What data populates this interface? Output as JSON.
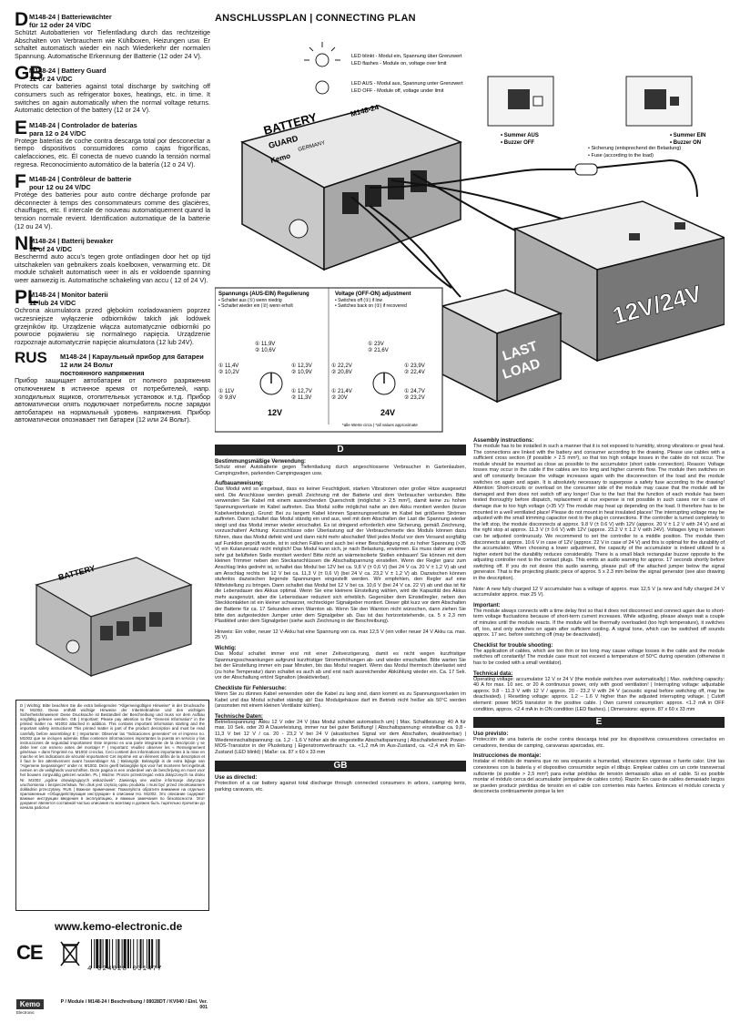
{
  "left": {
    "blocks": [
      {
        "letter": "D",
        "title": "M148-24 | Batteriewächter",
        "subtitle": "für 12 oder 24 V/DC",
        "text": "Schützt Autobatterien vor Tiefentladung durch das rechtzeitige Abschalten von Verbrauchern wie Kühlboxen, Heizungen usw. Er schaltet automatisch wieder ein nach Wiederkehr der normalen Spannung. Automatische Erkennung der Batterie (12 oder 24 V)."
      },
      {
        "letter": "GB",
        "title": "M148-24 | Battery Guard",
        "subtitle": "12 or 24 V/DC",
        "text": "Protects car batteries against total discharge by switching off consumers such as refrigerator boxes, heatings, etc. in time. It switches on again automatically when the normal voltage returns. Automatic detection of the battery (12 or 24 V)."
      },
      {
        "letter": "E",
        "title": "M148-24 | Controlador de baterías",
        "subtitle": "para 12 o 24 V/DC",
        "text": "Protege baterías de coche contra descarga total por desconectar a tiempo dispositivos consumidores como cajas frigoríficas, calefacciones, etc. Él conecta de nuevo cuando la tensión normal regresa. Reconocimiento automático de la batería (12 o 24 V)."
      },
      {
        "letter": "F",
        "title": "M148-24 | Contrôleur de batterie",
        "subtitle": "pour 12 ou 24 V/DC",
        "text": "Protège des batteries pour auto contre décharge profonde par déconnecter à temps des consommateurs comme des glacières, chauffages, etc. Il intercale de nouveau automatiquement quand la tension normale revient. Identification automatique de la batterie (12 ou 24 V)."
      },
      {
        "letter": "NL",
        "title": "M148-24 | Batterij bewaker",
        "subtitle": "12 of 24 V/DC",
        "text": "Beschermd auto accu's tegen grote ontladingen door het op tijd uitschakelen van gebruikers zoals koelboxen, verwarming etc. Dit module schakelt automatisch weer in als er voldoende spanning weer aanwezig is. Automatische schakeling van accu ( 12 of 24 V)."
      },
      {
        "letter": "PL",
        "title": "M148-24 | Monitor baterii",
        "subtitle": "12 lub 24 V/DC",
        "text": "Ochrona akumulatora przed głębokim rozładowaniem poprzez wczesniejsze wyłączenie odbiorników takich jak lodówek grzejników itp. Urządzenie włącza automatycznie odbiorniki po powrocie pojawieniu się normalnego napięcia. Urządzenie rozpoznaje automatycznie napięcie akumulatora (12 lub 24V)."
      },
      {
        "letter": "RUS",
        "title": "M148-24 | Караульный прибор для батареи 12 или 24 Вольт",
        "subtitle": "постоянного напряжения",
        "text": "Прибор защищает автобатареи от полного разряжения отключением в истинное время от потребителей, напр. холодильных ящиков, отопительных установок и.т.д. Прибор автоматически опять подключает потребитель после зарядки автобатареи на нормальный уровень напряжения. Прибор автоматически опознавает тип батареи (12 или 24 Вольт)."
      }
    ],
    "notice": "D | Wichtig: Bitte beachten Sie die extra beiliegenden \"Allgemeingültigen Hinweise\" in der Drucksache Nr. M1002. Diese enthält wichtige Hinweise der Inbetriebnahme und den wichtigen Sicherheitshinweisen! Diese Drucksache ist Bestandteil der Beschreibung und muss vor dem Aufbau sorgfältig gelesen werden. GB | Important: Please pay attention to the \"General Information\" in the printed matter no. M1002 attached in addition. This contains important information starting and the important safety instructions! This printed matter is part of the product description and must be read carefully before assembling! E | Importante: Observar las \"Indicaciones generales\" en el impreso no. M1002 que se incluyen además. Ellas contienen informaciones importantes la puesta en servicio y las instrucciones de seguridad importantes! Este impreso es una parte integrante de la descripción y se debe leer con esmero antes del montaje! F | Important: Veuillez observer les « Renseignement généraux » dans l'imprimé no. M1002 ci-inclus. Ceci contient des informations importantes à la mise en marche et les indications de sécurité importantes! Cet imprimé est un élément défini de la description et il faut le lire attentivement avant l'assemblage! NL | Belangrijk: Belangrijk is de extra bijlage van \"Algemene toepassingen\" onder nr. M1002. Deze geeft belangrijke tips voor het monteren het ingebruik nemen en de veiligheids voorschriften. Deze pagina is een onderdeel van de beschrijving en moet voor het bouwen zorgvuldig gelezen worden. PL | Ważne: Prosze przestrzegać extra dołączonych na druku Nr. M1002 „ogólne obowiązujących wskazówek\". Zawierają one ważne informacje dotyczące uruchomienia i bezpieczeństwa. Ten druk jest częścią opisu produktu i musi być przed zmontowaniem dokładnie przeczytany. RUS | Важное примечание: Пожалуйста обратите внимание на отдельно приложенные «Общедействующие инструкции» в описании Но. M1002. Это описание содержит важные инструкции введения в эксплуатацию, и важные замечания по безопасности. Этот документ является составной частью описания по монтажу и должен быть тщательно прочитан до начала работы!",
    "website": "www.kemo-electronic.de",
    "ce": "CE",
    "barcode_number": "4 024028 031477",
    "logo": "Kemo",
    "logo_sub": "Electronic",
    "doc_ref": "P / Module / M148-24 / Beschreibung / 08028DT / KV040 / Einl. Ver. 001"
  },
  "diagram": {
    "title": "ANSCHLUSSPLAN | CONNECTING PLAN",
    "led_blink_de": "LED blinkt - Modul ein, Spannung über Grenzwert",
    "led_blink_en": "LED flashes - Module on, voltage over limit",
    "led_off_de": "LED AUS - Modul aus, Spannung unter Grenzwert",
    "led_off_en": "LED OFF - Module off, voltage under limit",
    "buzzer_off_de": "• Summer AUS",
    "buzzer_off_en": "• Buzzer OFF",
    "buzzer_on_de": "• Summer EIN",
    "buzzer_on_en": "• Buzzer ON",
    "fuse_de": "• Sicherung (entsprechend der Belastung)",
    "fuse_en": "• Fuse (according to the load)",
    "device_line1": "BATTERY",
    "device_line2": "GUARD",
    "device_model": "M148-24",
    "device_brand": "Kemo",
    "device_country": "GERMANY",
    "battery_label": "12V/24V",
    "last_load_1": "LAST",
    "last_load_2": "LOAD",
    "reg_title_de": "Spannungs (AUS-EIN) Regulierung",
    "reg_line1": "• Schaltet aus (①) wenn niedrig",
    "reg_line2": "• Schaltet wieder ein (②) wenn erholt",
    "volt_title_en": "Voltage (OFF-ON) adjustment",
    "volt_line1": "• Switches off (①) if low",
    "volt_line2": "• Switches back on (②) if recovered",
    "v12": [
      {
        "a": "① 11,9V",
        "b": "② 10,6V"
      },
      {
        "a": "① 11,4V",
        "b": "② 10,2V"
      },
      {
        "a": "① 12,3V",
        "b": "② 10,9V"
      },
      {
        "a": "① 11V",
        "b": "② 9,8V"
      },
      {
        "a": "① 12,7V",
        "b": "② 11,3V"
      }
    ],
    "v24": [
      {
        "a": "① 23V",
        "b": "② 21,6V"
      },
      {
        "a": "① 22,2V",
        "b": "② 20,8V"
      },
      {
        "a": "① 23,9V",
        "b": "② 22,4V"
      },
      {
        "a": "① 21,4V",
        "b": "② 20V"
      },
      {
        "a": "① 24,7V",
        "b": "② 23,2V"
      }
    ],
    "label_12v": "12V",
    "label_24v": "24V",
    "approx_note": "*alle Werte circa | *all values approximate"
  },
  "de": {
    "bar": "D",
    "usage_title": "Bestimmungsmäßige Verwendung:",
    "usage_text": "Schutz einer Autobatterie gegen Tiefentladung durch angeschlossene Verbraucher in Gartenlauben, Campingzelten, parkenden Campingwagen usw.",
    "assembly_title": "Aufbauanweisung:",
    "assembly_text": "Das Modul wird so eingebaut, dass es keiner Feuchtigkeit, starken Vibrationen oder großer Hitze ausgesetzt wird. Die Anschlüsse werden gemäß Zeichnung mit der Batterie und dem Verbraucher verbunden. Bitte verwenden Sie Kabel mit einem ausreichenden Querschnitt (möglichst > 2,5 mm²), damit keine zu hohen Spannungsverluste im Kabel auftreten. Das Modul sollte möglichst nahe an den Akku montiert werden (kurze Kabelverbindung). Grund: Bei zu langem Kabel können Spannungsverluste im Kabel bei größeren Strömen auftreten. Dann schaltet das Modul ständig ein und aus, weil mit dem Abschalten der Last die Spannung wieder steigt und das Modul immer wieder einschaltet. Es ist dringend erforderlich eine Sicherung, gemäß Zeichnung, vorzuschalten! Achtung: Kurzschlüsse oder Überlastung auf der Verbraucherseite des Moduls können dazu führen, dass das Modul defekt wird und dann nicht mehr abschaltet! Weil jedes Modul vor dem Versand sorgfältig auf Funktion geprüft wurde, ist in solchen Fällen und auch bei einer Beschädigung mit zu hoher Spannung (>35 V) ein Kulanzersatz nicht möglich! Das Modul kann sich, je nach Belastung, erwärmen. Es muss daher an einer sehr gut belüfteten Stelle montiert werden! Bitte nicht an wärmeisolierte Stellen einbauen! Sie können mit dem kleinen Trimmer neben den Steckanschlüssen die Abschaltspannung einstellen. Wenn der Regler ganz zum Anschlag links gedreht ist, schaltet das Modul bei 12V bei ca. 9,8 V (± 0,6 V) (bei 24 V ca. 20 V ± 1,2 V) ab und am Anschlag rechts bei 12 V bei ca. 11,3 V (± 0,6 V) (bei 24 V ca. 23,2 V ± 1,2 V) ab. Dazwischen können stufenlos dazwischen liegende Spannungen eingestellt werden. Wir empfehlen, den Regler auf eine Mittelstellung zu bringen. Dann schaltet das Modul bei 12 V bei ca. 10,6 V (bei 24 V ca. 22 V) ab und das ist für die Lebensdauer des Akkus optimal. Wenn Sie eine kleinere Einstellung wählen, wird die Kapazität des Akkus mehr ausgenutzt, aber die Lebensdauer reduziert sich erheblich. Gegenüber dem Einstellregler, neben den Steckkontakten ist ein kleiner schwarzer, rechteckiger Signalgeber montiert. Dieser gibt kurz vor dem Abschalten der Batterie für ca. 17 Sekunden einen Warnton ab. Wenn Sie den Warnton nicht wünschen, dann ziehen Sie bitte den aufgesteckten Jumper unter dem Signalgeber ab. Das ist das horizontstehende, ca. 5 x 2,3 mm Plastikteil unter dem Signalgeber (siehe auch Zeichnung in der Beschreibung).",
    "note_text": "Hinweis: Ein voller, neuer 12 V-Akku hat eine Spannung von ca. max 12,5 V (ein voller neuer 24 V Akku ca. max. 25 V).",
    "important_title": "Wichtig:",
    "important_text": "Das Modul schaltet immer erst mit einer Zeitverzögerung, damit es nicht wegen kurzfristiger Spannungsschwankungen aufgrund kurzfristiger Stromerhöhungen ab- und wieder einschaltet. Bitte warten Sie bei der Einstellung immer ein paar Minuten, bis das Modul reagiert. Wenn das Modul thermisch überlastet wird (zu hohe Temperatur) dann schaltet es auch ab und erst nach ausreichender Abkühlung wieder ein. Ca. 17 Sek. vor der Abschaltung ertönt Signalton (deaktivierbar).",
    "check_title": "Checkliste für Fehlersuche:",
    "check_text": "Wenn Sie zu dünnes Kabel verwenden oder die Kabel zu lang sind, dann kommt es zu Spannungsverlusten im Kabel und das Modul schaltet ständig ab! Das Modulgehäuse darf im Betrieb nicht heißer als 50°C werden (ansonsten mit einem kleinen Ventilator kühlen).",
    "tech_title": "Technische Daten:",
    "tech_text": "Betriebsspannung: Akku 12 V oder 24 V (das Modul schaltet automatisch um) | Max. Schaltleistung: 40 A für max. 10 Sek. oder 20 A Dauerleistung, immer nur bei guter Belüftung! | Abschaltspannung: einstellbar ca. 9,8 - 11,3 V bei 12 V / ca. 20 - 23,2 V bei 24 V (akustisches Signal vor dem Abschalten, deaktivierbar) | Wiedereinschaltspannung: ca. 1,2 - 1,6 V höher als die eingestellte Abschaltspannung | Abschaltelement: Power-MOS-Transistor in der Plusleitung | Eigenstromverbrauch: ca. <1,2 mA im Aus-Zustand, ca. <2,4 mA im Ein-Zustand (LED blinkt) | Maße: ca. 87 x 60 x 33 mm",
    "gb_bar": "GB",
    "gb_use_title": "Use as directed:",
    "gb_use_text": "Protection of a car battery against total discharge through connected consumers in arbors, camping tents, parking caravans, etc."
  },
  "en": {
    "assembly_title": "Assembly instructions:",
    "assembly_text": "The module has to be installed in such a manner that it is not exposed to humidity, strong vibrations or great heat. The connections are linked with the battery and consumer according to the drawing. Please use cables with a sufficient cross section (if possible > 2.5 mm²), so that too high voltage losses in the cable do not occur. The module should be mounted as close as possible to the accumulator (short cable connection). Reason: Voltage losses may occur in the cable if the cables are too long and higher currents flow. The module then switches on and off constantly because the voltage increases again with the disconnection of the load and the module switches on again and again. It is absolutely necessary to superpose a safety fuse according to the drawing! Attention: Short-circuits or overload on the consumer side of the module may cause that the module will be damaged and then does not switch off any longer! Due to the fact that the function of each module has been tested thoroughly before dispatch, replacement at our expense is not possible in such cases nor in case of damage due to too high voltage (>35 V)! The module may heat up depending on the load. It therefore has to be mounted in a well ventilated place! Please do not mount in heat insulated places! The interrupting voltage may be adjusted with the small trimming capacitor next to the plug-in connections. If the controller is turned completely to the left stop, the module disconnects at approx. 9.8 V (± 0.6 V) with 12V (approx. 20 V ± 1.2 V with 24 V) and at the right stop at approx. 11.3 V (± 0.6 V) with 12V (approx. 23.2 V ± 1.2 V with 24V). Voltages lying in between can be adjusted continuously. We recommend to set the controller to a middle position. The module then disconnects at approx. 10.6 V in case of 12V (approx. 22 V in case of 24 V) and this is optimal for the durability of the accumulator. When choosing a lower adjustment, the capacity of the accumulator is indeed utilized to a higher extent but the durability reduces considerably. There is a small black rectangular buzzer opposite to the adjusting controller next to the contact plugs. This emits an audio warning for approx. 17 seconds shortly before switching off. If you do not desire this audio warning, please pull off the attached jumper below the signal generator. That is the projecting plastic piece of approx. 5 x 2.3 mm below the signal generator (see also drawing in the description).",
    "note_text": "Note: A new fully charged 12 V accumulator has a voltage of approx. max 12,5 V (a new and fully charged 24 V accumulator approx. max 25 V).",
    "important_title": "Important:",
    "important_text": "The module always connects with a time delay first so that it does not disconnect and connect again due to short-term voltage fluctuations because of short-term current increases. While adjusting, please always wait a couple of minutes until the module reacts. If the module will be thermally overloaded (too high temperature), it switches off, too, and only switches on again after sufficient cooling. A signal tone, which can be switched off sounds approx. 17 sec. before switching off (may be deactivated).",
    "check_title": "Checklist for trouble shooting:",
    "check_text": "The application of cables, which are too thin or too long may cause voltage losses in the cable and the module switches off constantly! The module case must not exceed a temperature of 50°C during operation (otherwise it has to be cooled with a small ventilator).",
    "tech_title": "Technical data:",
    "tech_text": "Operating voltage: accumulator 12 V or 24 V (the module switches over automatically) | Max. switching capacity: 40 A for max. 10 sec. or 20 A continuous power, only with good ventilation! | Interrupting voltage: adjustable approx. 9.8 - 11.3 V with 12 V / approx. 20 - 23.2 V with 24 V (acoustic signal before switching off, may be deactivated). | Resetting voltage: approx. 1.2 – 1.6 V higher than the adjusted interrupting voltage. | Cutoff element: power MOS transistor in the positive cable. | Own current consumption: approx. <1.2 mA in OFF condition, approx. <2.4 mA in in ON condition (LED flashes). | Dimensions: approx. 87 x 60 x 33 mm",
    "e_bar": "E",
    "e_use_title": "Uso previsto:",
    "e_use_text": "Protección de una batería de coche contra descarga total por los dispositivos consumidores conectados en cenadores, tiendas de camping, caravanas aparcadas, etc.",
    "e_inst_title": "Instrucciones de montaje:",
    "e_inst_text": "Instalar el módulo de manera que no sea expuesto a humedad, vibraciones vigorosas o fuerte calor. Unir las conexiones con la batería y el dispositivo consumidor según el dibujo. Emplear cables con un corte transversal suficiente (si posible > 2,5 mm²) para evitar pérdidas de tensión demasiado altas en el cable. Si es posible montar el módulo cerca del acumulador (empalme de cables corto). Razón: En caso de cables demasiado largos se pueden producir pérdidas de tensión en el cable con corrientes más fuertes. Entonces el módulo conecta y desconecta continuamente porque la ten"
  }
}
